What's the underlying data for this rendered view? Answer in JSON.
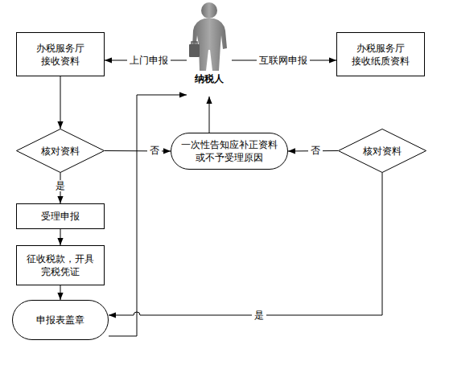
{
  "diagram": {
    "nodes": [
      {
        "text": [
          "纳税人"
        ]
      },
      {
        "text": [
          "办税服务厅 接收资料"
        ]
      },
      {
        "text": [
          "办税服务厅 接收纸质资料"
        ]
      },
      {
        "text": [
          "核对资料"
        ]
      },
      {
        "text": [
          "一次性告知应补正资料 或不予受理原因"
        ]
      },
      {
        "text": [
          "核对资料"
        ]
      },
      {
        "text": [
          "受理申报"
        ]
      },
      {
        "text": [
          "征收税款，开具 完税凭证"
        ]
      },
      {
        "text": [
          "申报表盖章"
        ]
      }
    ],
    "edges": [
      {
        "from": 0,
        "to": 1,
        "label": "上门申报",
        "arrow": "to"
      },
      {
        "from": 0,
        "to": 2,
        "label": "互联网申报",
        "arrow": "to"
      },
      {
        "from": 1,
        "to": 3,
        "arrow": "to"
      },
      {
        "from": 3,
        "to": 4,
        "label": "否",
        "arrow": "to"
      },
      {
        "from": 5,
        "to": 4,
        "label": "否",
        "arrow": "to"
      },
      {
        "from": 4,
        "to": 0,
        "arrow": "to"
      },
      {
        "from": 3,
        "to": 6,
        "label": "是",
        "arrow": "to"
      },
      {
        "from": 6,
        "to": 7,
        "arrow": "to"
      },
      {
        "from": 7,
        "to": 8,
        "arrow": "to"
      },
      {
        "from": 5,
        "to": 8,
        "label": "是",
        "arrow": "to"
      },
      {
        "from": 8,
        "to": 0,
        "arrow": "to"
      }
    ]
  }
}
